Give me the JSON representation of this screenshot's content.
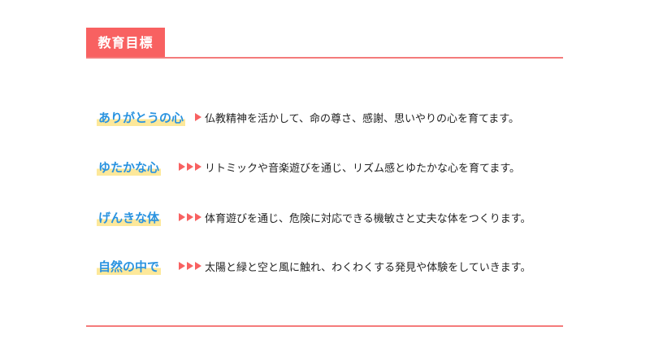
{
  "title": "教育目標",
  "goals": [
    {
      "label": "ありがとうの心",
      "arrows": 1,
      "text": "仏教精神を活かして、命の尊さ、感謝、思いやりの心を育てます。"
    },
    {
      "label": "ゆたかな心",
      "arrows": 3,
      "text": "リトミックや音楽遊びを通じ、リズム感とゆたかな心を育てます。"
    },
    {
      "label": "げんきな体",
      "arrows": 3,
      "text": "体育遊びを通じ、危険に対応できる機敏さと丈夫な体をつくります。"
    },
    {
      "label": "自然の中で",
      "arrows": 3,
      "text": "太陽と緑と空と風に触れ、わくわくする発見や体験をしていきます。"
    }
  ]
}
